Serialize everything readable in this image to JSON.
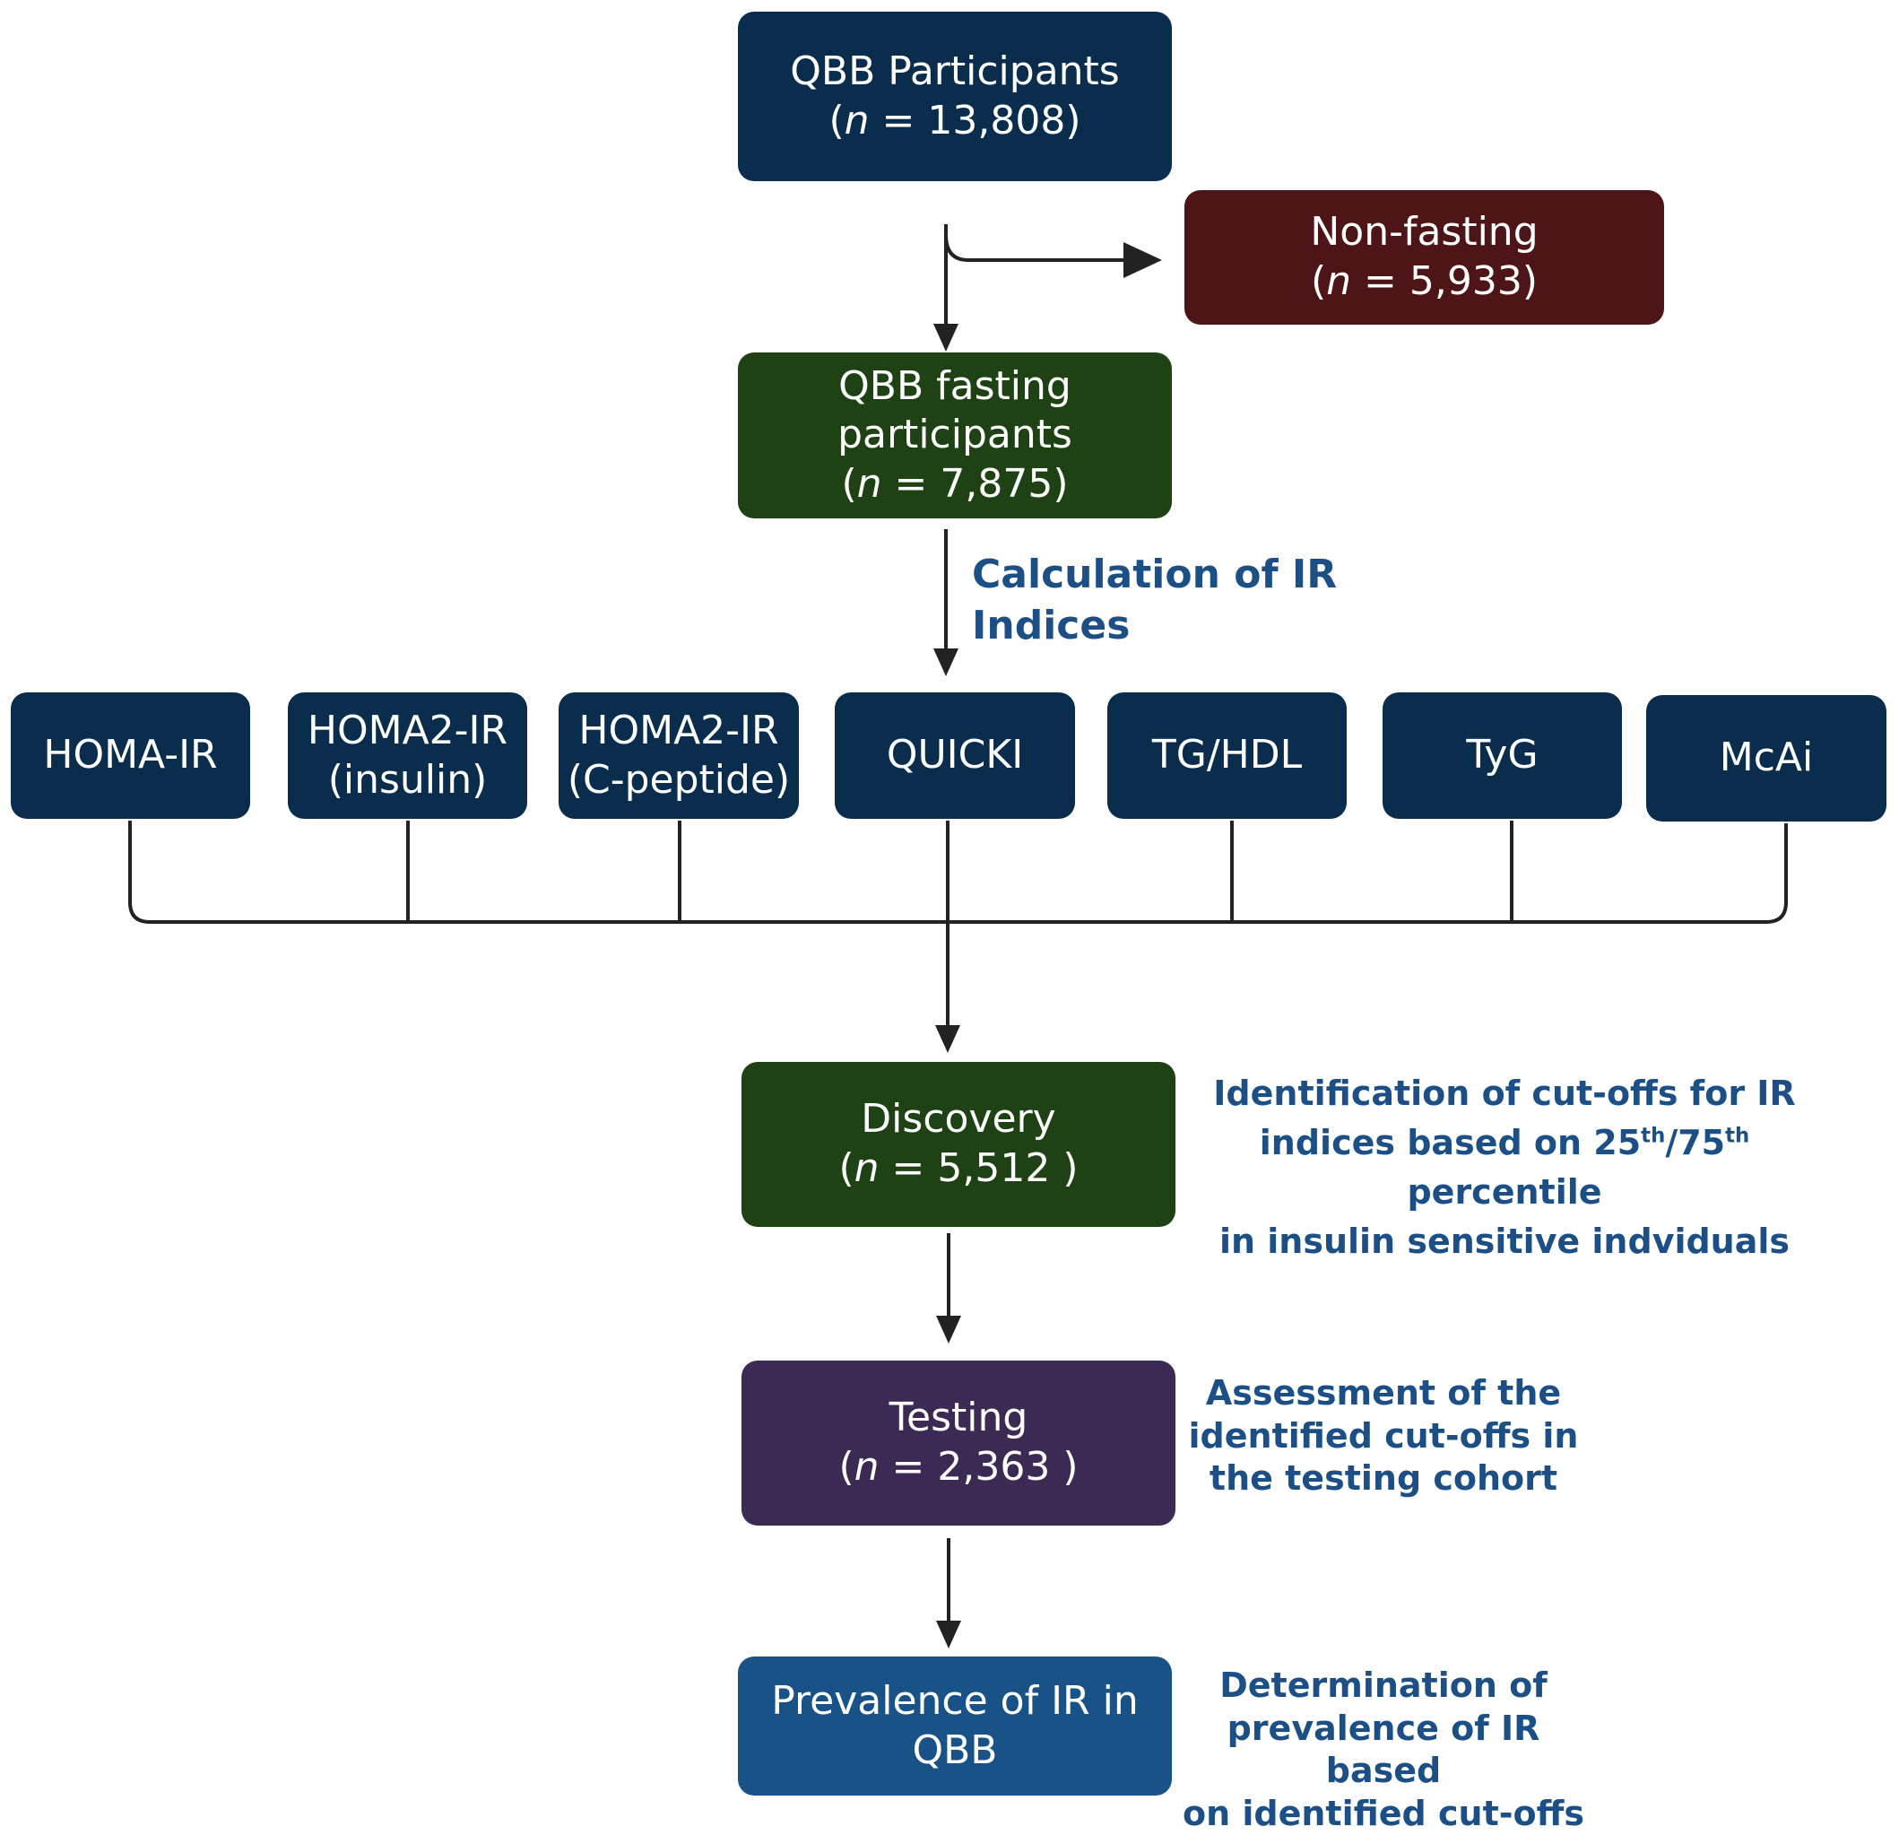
{
  "participants": {
    "title": "QBB Participants",
    "count": "(n = 13,808)"
  },
  "non_fasting": {
    "title": "Non-fasting",
    "count": "(n = 5,933)"
  },
  "fasting": {
    "line1": "QBB fasting",
    "line2": "participants",
    "count": "(n = 7,875)"
  },
  "calc_label": "Calculation of IR Indices",
  "indices": [
    {
      "line1": "HOMA-IR",
      "line2": ""
    },
    {
      "line1": "HOMA2-IR",
      "line2": "(insulin)"
    },
    {
      "line1": "HOMA2-IR",
      "line2": "(C-peptide)"
    },
    {
      "line1": "QUICKI",
      "line2": ""
    },
    {
      "line1": "TG/HDL",
      "line2": ""
    },
    {
      "line1": "TyG",
      "line2": ""
    },
    {
      "line1": "McAi",
      "line2": ""
    }
  ],
  "discovery": {
    "title": "Discovery",
    "count": "(n = 5,512 )",
    "note": {
      "line1": "Identification of cut-offs for IR",
      "line2_a": "indices based on 25",
      "sup1": "th",
      "line2_b": "/75",
      "sup2": "th",
      "line2_c": " percentile",
      "line3": "in insulin sensitive indviduals"
    }
  },
  "testing": {
    "title": "Testing",
    "count": "(n = 2,363 )",
    "note": {
      "line1": "Assessment of  the",
      "line2": "identified cut-offs in",
      "line3": "the testing cohort"
    }
  },
  "prevalence": {
    "line1": "Prevalence of IR in",
    "line2": "QBB",
    "note": {
      "line1": "Determination of",
      "line2": "prevalence of IR based",
      "line3": "on identified cut-offs"
    }
  },
  "colors": {
    "navy": "#0b2d4d",
    "maroon": "#4d1517",
    "green": "#1e4214",
    "purple": "#3a2a54",
    "blue": "#185287",
    "note_text": "#1c4f85",
    "line": "#222222"
  }
}
